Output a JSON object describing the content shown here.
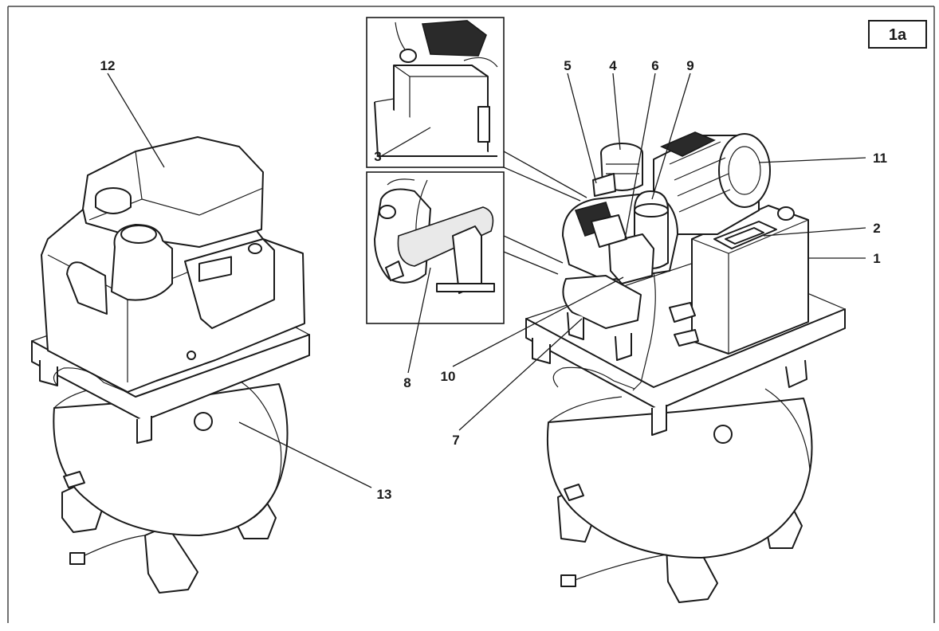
{
  "figure": {
    "id_label": "1a",
    "callouts": [
      {
        "id": "1",
        "text": "1"
      },
      {
        "id": "2",
        "text": "2"
      },
      {
        "id": "3",
        "text": "3"
      },
      {
        "id": "4",
        "text": "4"
      },
      {
        "id": "5",
        "text": "5"
      },
      {
        "id": "6",
        "text": "6"
      },
      {
        "id": "7",
        "text": "7"
      },
      {
        "id": "8",
        "text": "8"
      },
      {
        "id": "9",
        "text": "9"
      },
      {
        "id": "10",
        "text": "10"
      },
      {
        "id": "11",
        "text": "11"
      },
      {
        "id": "12",
        "text": "12"
      },
      {
        "id": "13",
        "text": "13"
      }
    ]
  }
}
